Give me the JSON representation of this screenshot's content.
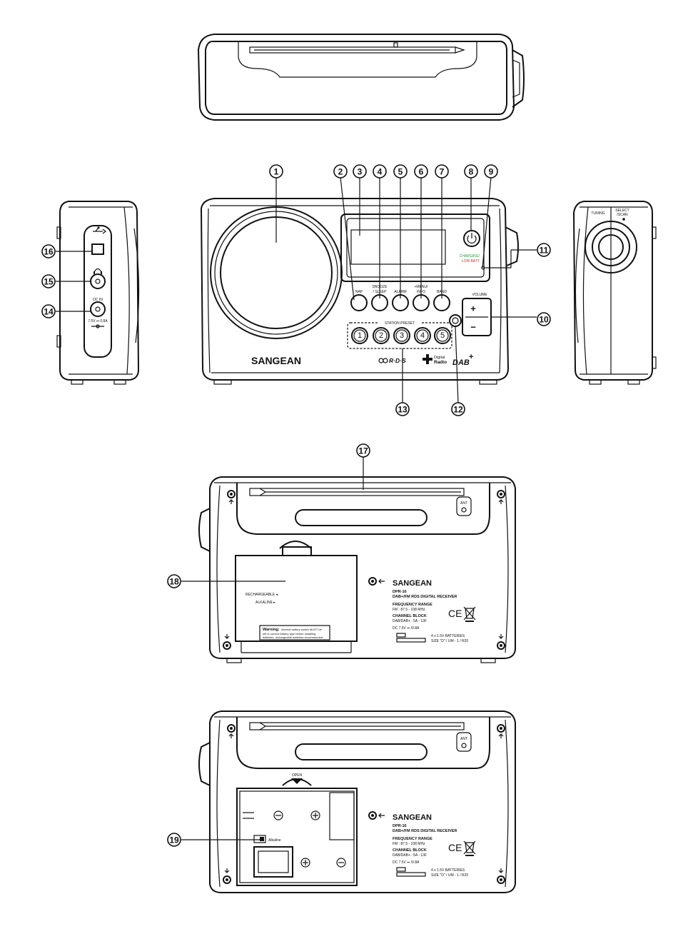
{
  "front": {
    "brand": "SANGEAN",
    "buttons": {
      "nap": "NAP",
      "snooze_1": "SNOOZE",
      "snooze_2": "/ SLEEP",
      "alarm": "ALARM",
      "menu_1": "+MENU/",
      "menu_2": "INFO",
      "band": "BAND"
    },
    "station_preset": "STATION PRESET",
    "presets": [
      "1",
      "2",
      "3",
      "4",
      "5"
    ],
    "volume": "VOLUME",
    "volume_plus": "+",
    "volume_minus": "−",
    "charging_1": "CHARGING/",
    "charging_2": "LOW BATT",
    "logo_rds": "R·D·S",
    "logo_digital_1": "Digital",
    "logo_digital_2": "Radio",
    "logo_dab": "DAB",
    "logo_dab_plus": "+",
    "colors": {
      "charging": "#2a9d3a",
      "low_batt": "#d62c2c"
    }
  },
  "left_side": {
    "dc_in": "DC IN",
    "dc_rating": "7.5V ⎓ 0.8A"
  },
  "right_side": {
    "tuning": "TUNING",
    "select_1": "SELECT",
    "select_2": "/SCAN"
  },
  "back": {
    "ant": "ANT",
    "brand": "SANGEAN",
    "model": "DPR-16",
    "desc": "DAB+/FM RDS DIGITAL RECEIVER",
    "freq_title": "FREQUENCY RANGE",
    "freq_value": "FM : 87.5 - 108  MHz",
    "channel_title": "CHANNEL BLOCK",
    "channel_value": "DAB/DAB+ : 5A - 13F",
    "dc_rating": "DC 7.5V ⎓ /0.8A",
    "batteries_1": "4 x 1.5V BATTERIES",
    "batteries_2": "SIZE \"D\" / UM - 1 / R20",
    "ce": "CE",
    "rechargeable": "RECHARGEABLE ◂",
    "alkaline": "ALKALINE ▸",
    "warning_title": "Warning:",
    "warning_1": "Internal battery switch MUST be",
    "warning_2": "set to correct battery type before installing",
    "warning_3": "batteries. rechargeable batteries recommended.",
    "open": "OPEN",
    "alkaline_switch": "Alkaline"
  },
  "callouts": [
    "1",
    "2",
    "3",
    "4",
    "5",
    "6",
    "7",
    "8",
    "9",
    "10",
    "11",
    "12",
    "13",
    "14",
    "15",
    "16",
    "17",
    "18",
    "19"
  ]
}
